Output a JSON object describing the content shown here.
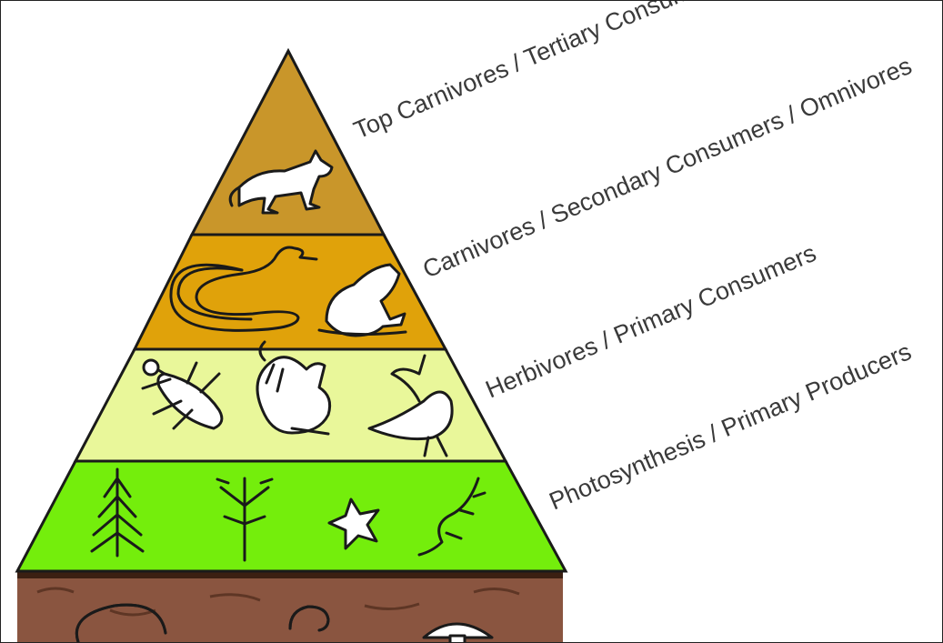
{
  "pyramid": {
    "levels": [
      {
        "label": "Top Carnivores / Tertiary Consumers",
        "color": "#c9962a"
      },
      {
        "label": "Carnivores / Secondary Consumers / Omnivores",
        "color": "#e0a20a"
      },
      {
        "label": "Herbivores / Primary Consumers",
        "color": "#e9f79a"
      },
      {
        "label": "Photosynthesis / Primary Producers",
        "color": "#74ee0c"
      }
    ],
    "soil_color": "#8a5540"
  }
}
